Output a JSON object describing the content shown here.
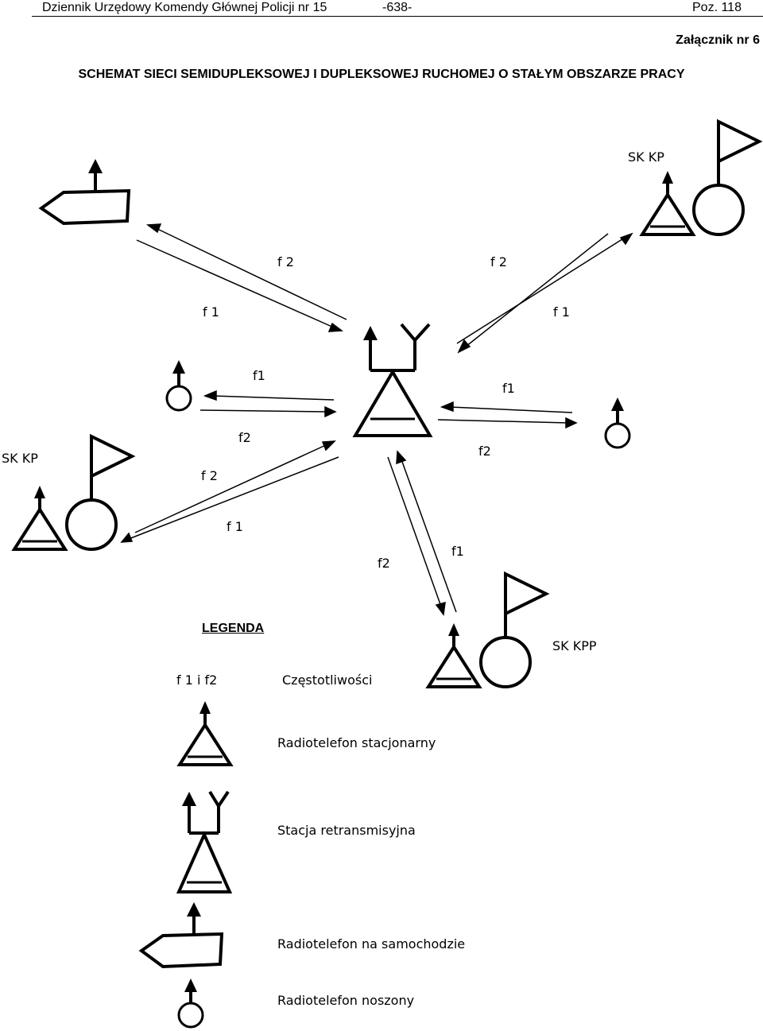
{
  "header": {
    "journal": "Dziennik Urzędowy Komendy Głównej Policji nr 15",
    "page": "-638-",
    "position": "Poz. 118"
  },
  "annex": "Załącznik nr 6",
  "title": "SCHEMAT SIECI SEMIDUPLEKSOWEJ I DUPLEKSOWEJ RUCHOMEJ O STAŁYM OBSZARZE PRACY",
  "diagram": {
    "stations": {
      "top_right": "SK KP",
      "left": "SK KP",
      "bottom": "SK KPP"
    },
    "links": {
      "top_left_f2": "f 2",
      "top_left_f1": "f 1",
      "top_right_f2": "f 2",
      "top_right_f1": "f 1",
      "mid_left_f1": "f1",
      "mid_right_f1": "f1",
      "low_left_f2a": "f2",
      "low_left_f2b": "f 2",
      "low_left_f1": "f 1",
      "low_right_f2": "f2",
      "bottom_f2": "f2",
      "bottom_f1": "f1"
    }
  },
  "legend": {
    "title": "LEGENDA",
    "items": [
      {
        "symbol": "f 1 i f2",
        "label": "Częstotliwości"
      },
      {
        "symbol": "radiotelefon-stacjonarny-icon",
        "label": "Radiotelefon stacjonarny"
      },
      {
        "symbol": "stacja-retransmisyjna-icon",
        "label": "Stacja retransmisyjna"
      },
      {
        "symbol": "radiotelefon-samochod-icon",
        "label": "Radiotelefon na samochodzie"
      },
      {
        "symbol": "radiotelefon-noszony-icon",
        "label": "Radiotelefon noszony"
      }
    ]
  }
}
